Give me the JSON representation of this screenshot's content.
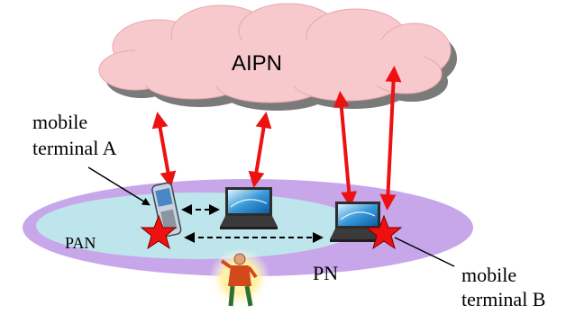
{
  "cloud_label": "AIPN",
  "pan_label": "PAN",
  "pn_label": "PN",
  "terminal_a": {
    "line1": "mobile",
    "line2": "terminal A"
  },
  "terminal_b": {
    "line1": "mobile",
    "line2": "terminal B"
  },
  "colors": {
    "cloud_fill": "#f7c9cc",
    "cloud_shadow": "#7a7a7a",
    "pn_ring": "#c7a6ea",
    "pan_fill": "#bfe5ec",
    "arrow_red": "#ee1111",
    "star_red": "#ee1111",
    "dashed_arrow": "#000000"
  },
  "icons": [
    "cloud",
    "mobile-phone-icon",
    "laptop-icon",
    "person-icon",
    "star-icon"
  ]
}
